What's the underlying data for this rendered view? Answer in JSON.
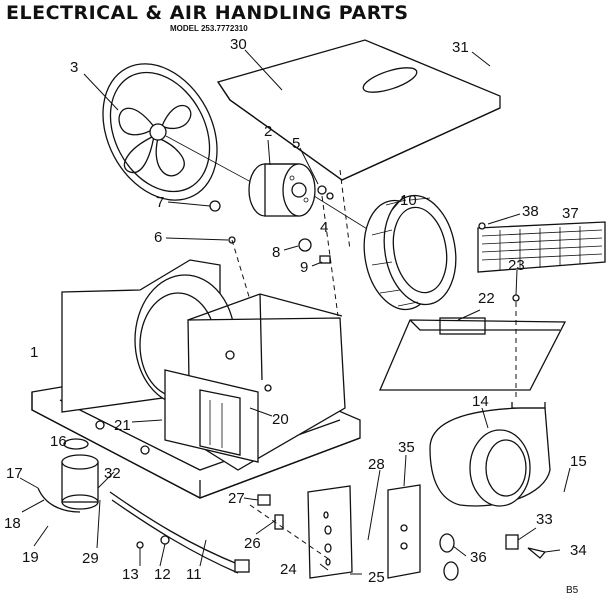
{
  "header": {
    "title": "ELECTRICAL & AIR HANDLING PARTS",
    "model": "MODEL 253.7772310"
  },
  "callouts": [
    "1",
    "2",
    "3",
    "4",
    "5",
    "6",
    "7",
    "8",
    "9",
    "10",
    "11",
    "12",
    "13",
    "14",
    "15",
    "16",
    "17",
    "18",
    "19",
    "20",
    "21",
    "22",
    "23",
    "24",
    "25",
    "26",
    "27",
    "28",
    "29",
    "30",
    "31",
    "32",
    "33",
    "34",
    "35",
    "36",
    "37",
    "38"
  ],
  "page_code": "B5"
}
